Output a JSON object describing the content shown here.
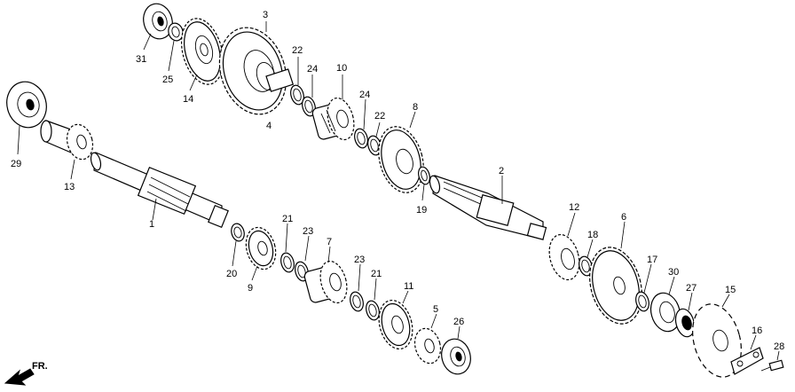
{
  "labels": {
    "p1": "1",
    "p2": "2",
    "p3": "3",
    "p4": "4",
    "p5": "5",
    "p6": "6",
    "p7": "7",
    "p8": "8",
    "p9": "9",
    "p10": "10",
    "p11": "11",
    "p12": "12",
    "p13": "13",
    "p14": "14",
    "p15": "15",
    "p16": "16",
    "p17": "17",
    "p18": "18",
    "p19": "19",
    "p20": "20",
    "p21a": "21",
    "p21b": "21",
    "p22a": "22",
    "p22b": "22",
    "p23a": "23",
    "p23b": "23",
    "p24a": "24",
    "p24b": "24",
    "p25": "25",
    "p26": "26",
    "p27": "27",
    "p28": "28",
    "p29": "29",
    "p30": "30",
    "p31": "31"
  },
  "direction_label": "FR."
}
